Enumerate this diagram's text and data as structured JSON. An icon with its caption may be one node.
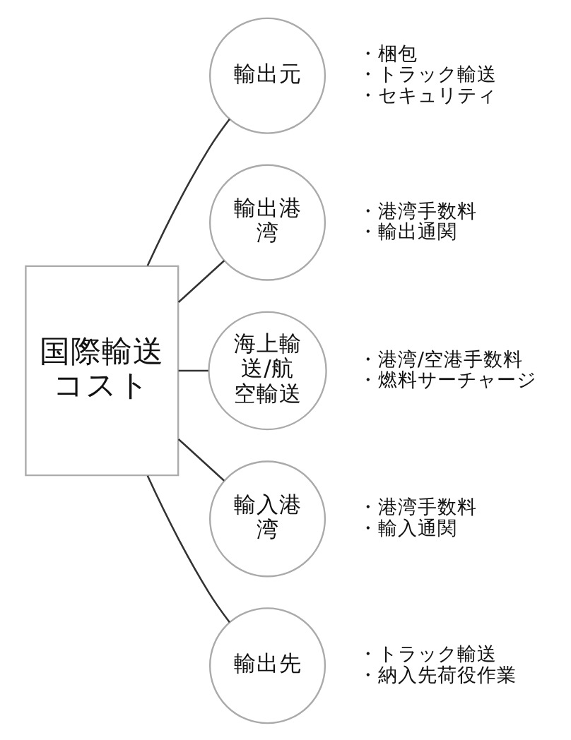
{
  "diagram": {
    "nodes": [
      {
        "text": [
          "国際輸送コスト"
        ]
      },
      {
        "text": [
          "輸出元"
        ],
        "beside": [
          "・梱包",
          "・トラック輸送",
          "・セキュリティ"
        ]
      },
      {
        "text": [
          "輸出港湾"
        ],
        "beside": [
          "・港湾手数料",
          "・輸出通関"
        ]
      },
      {
        "text": [
          "海上輸送/航空輸送"
        ],
        "beside": [
          "・港湾/空港手数料",
          "・燃料サーチャージ"
        ]
      },
      {
        "text": [
          "輸入港湾"
        ],
        "beside": [
          "・港湾手数料",
          "・輸入通関"
        ]
      },
      {
        "text": [
          "輸出先"
        ],
        "beside": [
          "・トラック輸送",
          "・納入先荷役作業"
        ]
      }
    ],
    "edges": [
      {
        "from": 0,
        "to": 1,
        "arrow": "none"
      },
      {
        "from": 0,
        "to": 2,
        "arrow": "none"
      },
      {
        "from": 0,
        "to": 3,
        "arrow": "none"
      },
      {
        "from": 0,
        "to": 4,
        "arrow": "none"
      },
      {
        "from": 0,
        "to": 5,
        "arrow": "none"
      }
    ]
  }
}
